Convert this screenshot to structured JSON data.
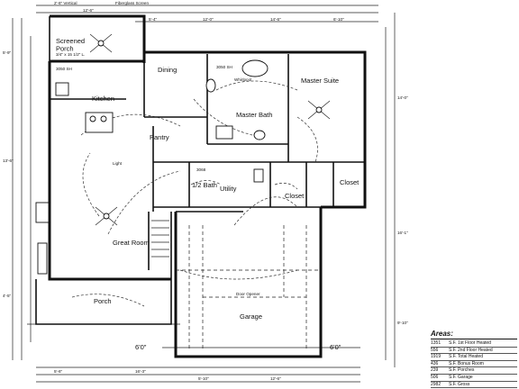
{
  "rooms": {
    "screened_porch": "Screened\nPorch",
    "kitchen": "Kitchen",
    "dining": "Dining",
    "master_suite": "Master Suite",
    "master_bath": "Master Bath",
    "pantry": "Pantry",
    "half_bath": "1/2 Bath",
    "utility": "Utility",
    "closet_1": "Closet",
    "closet_2": "Closet",
    "great_room": "Great Room",
    "porch": "Porch",
    "garage": "Garage",
    "whirlpool": "Whirlpool",
    "light": "Light",
    "door_opener": "Door Opener"
  },
  "dimensions": {
    "top_1": "2'-6\" Vertical",
    "top_2": "Fiberglass Screen",
    "top_3": "12'-6\"",
    "top_4": "5'-4\"",
    "top_5": "12'-0\"",
    "top_6": "14'-6\"",
    "top_7": "6'-10\"",
    "bottom_1": "5'-6\"",
    "bottom_2": "16'-3\"",
    "bottom_3": "5'-10\"",
    "bottom_4": "12'-6\"",
    "left_1": "5'-9\"",
    "left_2": "13'-6\"",
    "left_3": "4'-5\"",
    "right_1": "14'-0\"",
    "right_2": "16'-1\"",
    "right_3": "9'-10\"",
    "scale_left": "6'0\"",
    "scale_right": "6'0\"",
    "ceiling_note": "3/4\" x 15 1/2\" L.",
    "window_a": "3050 SH",
    "window_b": "3050 SH",
    "window_c": "3068"
  },
  "areas": {
    "title": "Areas:",
    "rows": [
      {
        "value": "1351",
        "name": "S.F. 1st Floor Heated"
      },
      {
        "value": "556",
        "name": "S.F. 2nd Floor Heated"
      },
      {
        "value": "1919",
        "name": "S.F. Total Heated"
      },
      {
        "value": "436",
        "name": "S.F. Bonus Room"
      },
      {
        "value": "239",
        "name": "S.F. Porches"
      },
      {
        "value": "506",
        "name": "S.F. Garage"
      },
      {
        "value": "2982",
        "name": "S.F. Gross"
      }
    ]
  }
}
